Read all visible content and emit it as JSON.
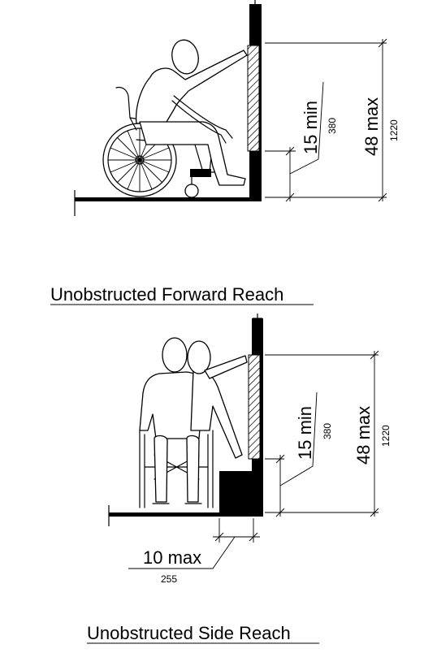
{
  "figures": [
    {
      "id": "forward",
      "caption": "Unobstructed Forward Reach",
      "dimensions": {
        "min": {
          "text": "15 min",
          "metric": "380"
        },
        "max": {
          "text": "48 max",
          "metric": "1220"
        }
      }
    },
    {
      "id": "side",
      "caption": "Unobstructed Side Reach",
      "dimensions": {
        "min": {
          "text": "15 min",
          "metric": "380"
        },
        "max": {
          "text": "48 max",
          "metric": "1220"
        },
        "offset": {
          "text": "10 max",
          "metric": "255"
        }
      }
    }
  ]
}
